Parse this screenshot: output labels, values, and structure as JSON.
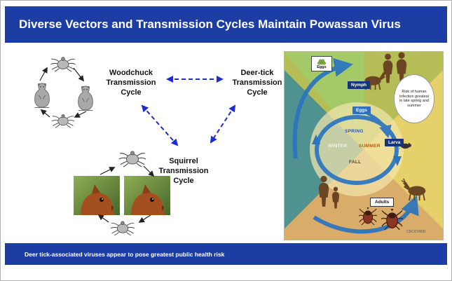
{
  "slide": {
    "title": "Diverse Vectors and Transmission Cycles Maintain Powassan Virus",
    "footer": "Deer tick-associated viruses appear to pose greatest public health risk"
  },
  "cycles": {
    "woodchuck": {
      "label": "Woodchuck\nTransmission\nCycle"
    },
    "deer_tick": {
      "label": "Deer-tick\nTransmission\nCycle"
    },
    "squirrel": {
      "label": "Squirrel\nTransmission\nCycle"
    }
  },
  "lifecycle": {
    "eggs_top": "Eggs",
    "nymph": "Nymph",
    "eggs_mid": "Eggs",
    "larva": "Larva",
    "adults": "Adults",
    "seasons": {
      "spring": "SPRING",
      "summer": "SUMMER",
      "fall": "FALL",
      "winter": "WINTER"
    },
    "risk_note": "Risk of human infection greatest in late spring and summer",
    "credit": "CDC/DVBID"
  },
  "colors": {
    "header_bg": "#1c3ea4",
    "footer_bg": "#1c3ea4",
    "dashed_arrow_blue": "#1f2ad0",
    "lifecycle_arrow_blue": "#2a74c0",
    "silhouette_brown": "#6b4423"
  }
}
